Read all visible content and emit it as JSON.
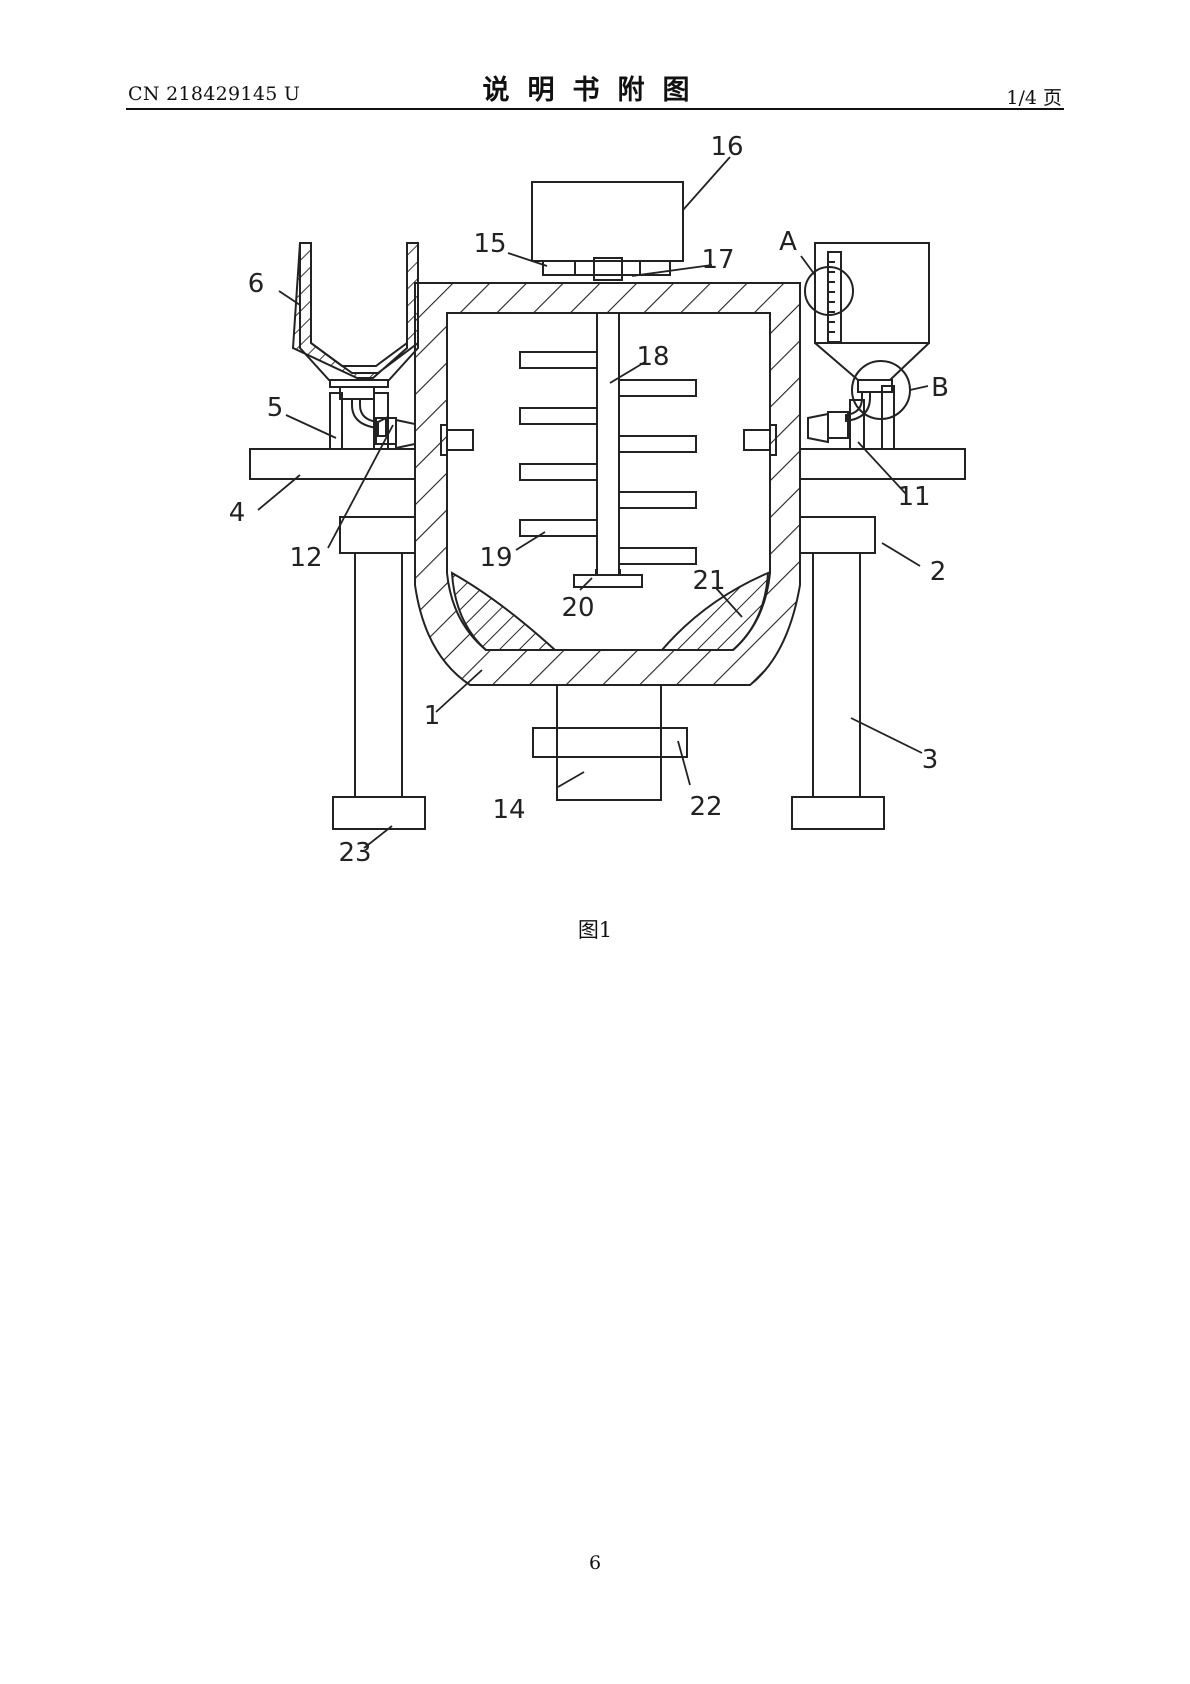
{
  "header": {
    "publication_number": "CN 218429145 U",
    "title": "说明书附图",
    "page_of": "1/4 页"
  },
  "figure": {
    "caption": "图1",
    "labels": {
      "l1": "1",
      "l2": "2",
      "l3": "3",
      "l4": "4",
      "l5": "5",
      "l6": "6",
      "l11": "11",
      "l12": "12",
      "l14": "14",
      "l15": "15",
      "l16": "16",
      "l17": "17",
      "l18": "18",
      "l19": "19",
      "l20": "20",
      "l21": "21",
      "l22": "22",
      "l23": "23",
      "lA": "A",
      "lB": "B"
    }
  },
  "footer": {
    "page_number": "6"
  }
}
